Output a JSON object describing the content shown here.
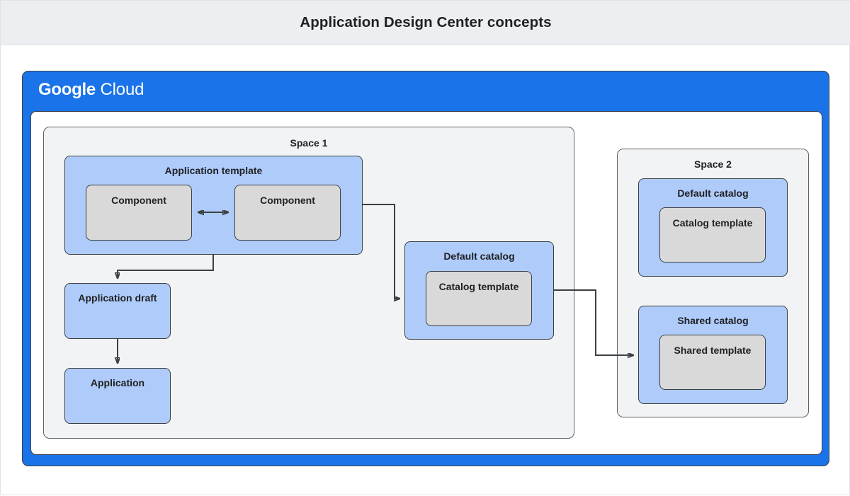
{
  "title": "Application Design Center concepts",
  "platform": {
    "logo_bold": "Google",
    "logo_light": "Cloud"
  },
  "colors": {
    "title_bar_bg": "#eceff1",
    "platform_blue": "#1a73e8",
    "space_bg": "#f1f3f4",
    "container_blue": "#aecbfa",
    "item_gray": "#d9d9d9",
    "border": "#3c4043",
    "text": "#202124"
  },
  "spaces": [
    {
      "label": "Space 1",
      "items": {
        "application_template": "Application template",
        "component_left": "Component",
        "component_right": "Component",
        "application_draft": "Application draft",
        "application": "Application",
        "default_catalog": "Default catalog",
        "catalog_template": "Catalog template"
      }
    },
    {
      "label": "Space 2",
      "items": {
        "default_catalog": "Default catalog",
        "catalog_template": "Catalog template",
        "shared_catalog": "Shared catalog",
        "shared_template": "Shared template"
      }
    }
  ],
  "connectors": [
    {
      "name": "component-left-to-component-right",
      "kind": "bidirectional"
    },
    {
      "name": "application-template-to-application-draft",
      "kind": "arrow"
    },
    {
      "name": "application-draft-to-application",
      "kind": "arrow"
    },
    {
      "name": "application-template-to-default-catalog",
      "kind": "arrow"
    },
    {
      "name": "default-catalog-to-shared-catalog",
      "kind": "arrow"
    }
  ]
}
